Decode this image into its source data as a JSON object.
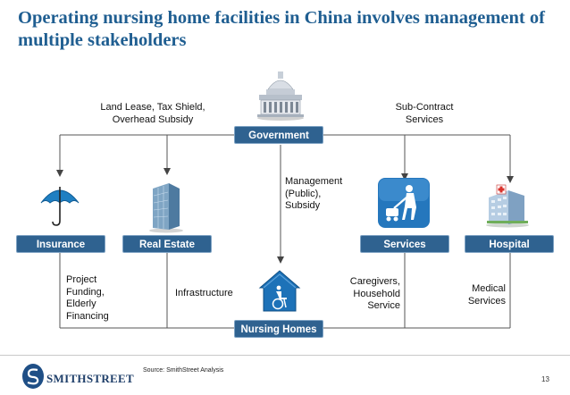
{
  "title": "Operating nursing home facilities in China involves management of multiple stakeholders",
  "nodes": {
    "government": "Government",
    "insurance": "Insurance",
    "real_estate": "Real Estate",
    "services": "Services",
    "hospital": "Hospital",
    "nursing_homes": "Nursing Homes"
  },
  "labels": {
    "land_lease": [
      "Land Lease, Tax Shield,",
      "Overhead Subsidy"
    ],
    "sub_contract": [
      "Sub-Contract",
      "Services"
    ],
    "management": [
      "Management",
      "(Public),",
      "Subsidy"
    ],
    "project_funding": [
      "Project",
      "Funding,",
      "Elderly",
      "Financing"
    ],
    "infrastructure": "Infrastructure",
    "caregivers": [
      "Caregivers,",
      "Household",
      "Service"
    ],
    "medical": [
      "Medical",
      "Services"
    ]
  },
  "footer": {
    "logo": "SMITHSTREET",
    "source": "Source: SmithStreet Analysis",
    "page": "13"
  },
  "icons": [
    "government-building-icon",
    "umbrella-icon",
    "office-building-icon",
    "cleaning-worker-icon",
    "hospital-building-icon",
    "nursing-home-icon",
    "smithstreet-logo-icon"
  ]
}
